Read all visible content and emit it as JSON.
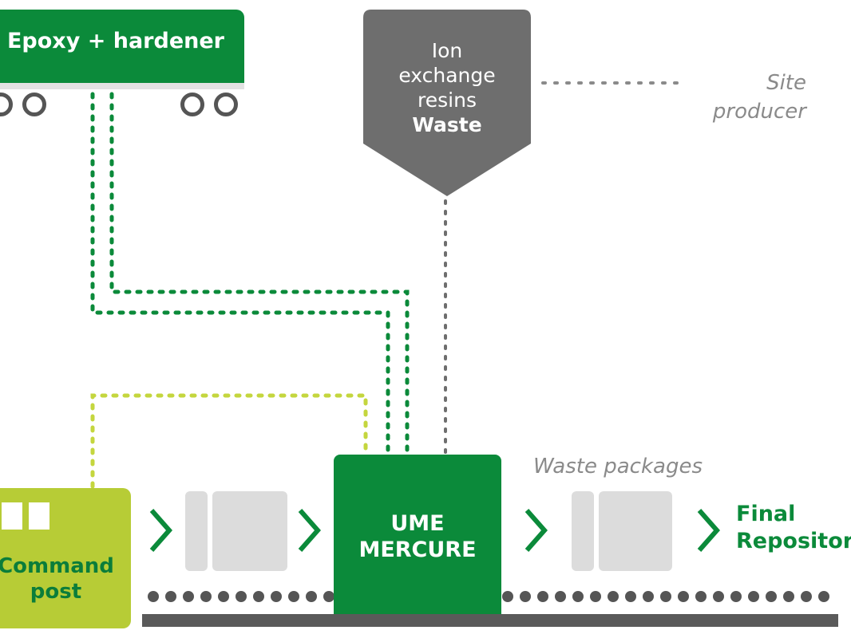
{
  "truck": {
    "label": "Epoxy + hardener"
  },
  "resin": {
    "line1": "Ion",
    "line2": "exchange",
    "line3": "resins",
    "line4": "Waste"
  },
  "site_producer": {
    "line1": "Site",
    "line2": "producer"
  },
  "command_post": {
    "line1": "Command",
    "line2": "post"
  },
  "ume": {
    "line1": "UME",
    "line2": "MERCURE"
  },
  "waste_packages": {
    "label": "Waste packages"
  },
  "final_repository": {
    "line1": "Final",
    "line2": "Repository"
  },
  "colors": {
    "green": "#0b8a3a",
    "lime": "#b7cc36",
    "grey": "#6b6b6b",
    "light_grey": "#dcdcdc"
  }
}
